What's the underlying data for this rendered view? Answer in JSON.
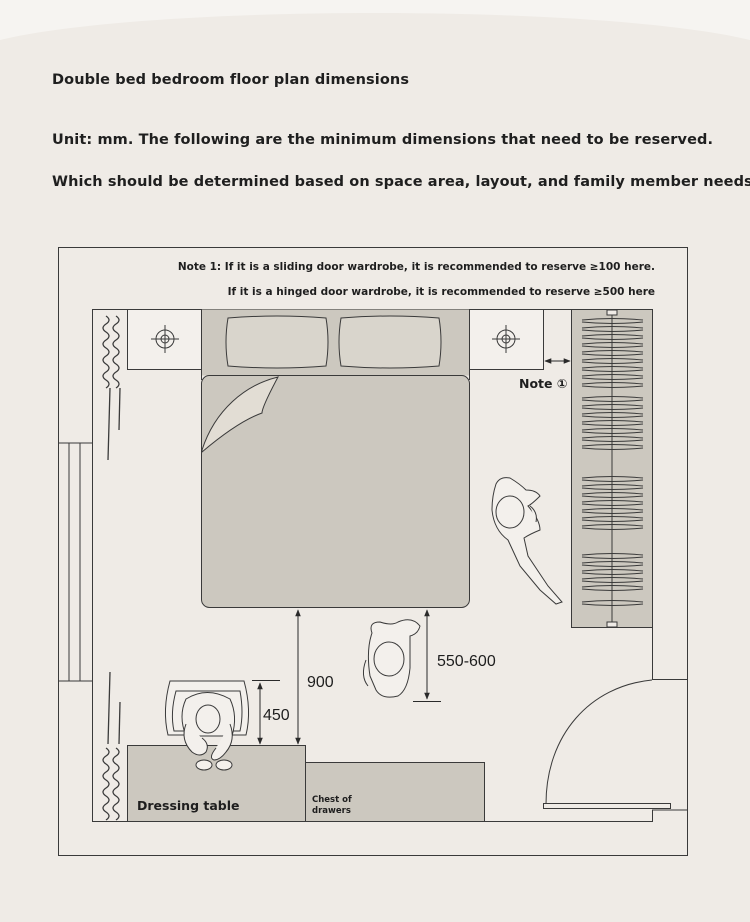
{
  "header": {
    "title": "Double bed bedroom floor plan dimensions",
    "description_line1": "Unit: mm. The following are the minimum dimensions that need to be reserved.",
    "description_line2": "Which should be determined based on space area, layout, and family member needs."
  },
  "plan": {
    "note_line1": "Note 1: If it is a sliding door wardrobe, it is recommended to reserve ≥100 here.",
    "note_line2": "If it is a hinged door wardrobe, it is recommended to reserve ≥500 here",
    "note_marker": "Note ①",
    "dim_bed_to_table": "900",
    "dim_chair_clearance": "450",
    "dim_walkway": "550-600",
    "dressing_table_label": "Dressing table",
    "chest_label_line1": "Chest of",
    "chest_label_line2": "drawers"
  },
  "colors": {
    "background": "#efebe6",
    "furniture_fill": "#ccc8bf",
    "line": "#3a3a3a"
  }
}
